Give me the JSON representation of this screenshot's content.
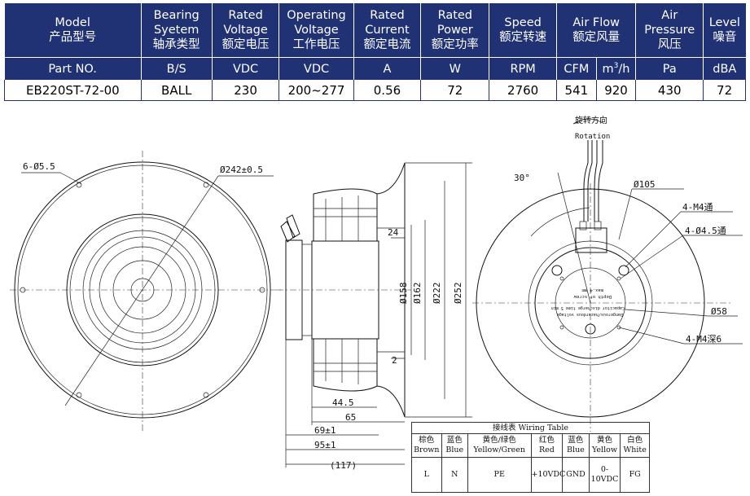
{
  "spec_table": {
    "headers": [
      {
        "en": "Model",
        "cn": "产品型号"
      },
      {
        "en": "Bearing Syetem",
        "cn": "轴承类型"
      },
      {
        "en": "Rated Voltage",
        "cn": "额定电压"
      },
      {
        "en": "Operating Voltage",
        "cn": "工作电压"
      },
      {
        "en": "Rated Current",
        "cn": "额定电流"
      },
      {
        "en": "Rated Power",
        "cn": "额定功率"
      },
      {
        "en": "Speed",
        "cn": "额定转速"
      },
      {
        "en": "Air Flow",
        "cn": "额定风量"
      },
      {
        "en": "Air Pressure",
        "cn": "风压"
      },
      {
        "en": "Level",
        "cn": "噪音"
      }
    ],
    "units": [
      "Part NO.",
      "B/S",
      "VDC",
      "VDC",
      "A",
      "W",
      "RPM",
      "CFM",
      "m",
      "3",
      "/h",
      "Pa",
      "dBA"
    ],
    "values": [
      "EB220ST-72-00",
      "BALL",
      "230",
      "200~277",
      "0.56",
      "72",
      "2760",
      "541",
      "920",
      "430",
      "72"
    ]
  },
  "drawing": {
    "front": {
      "holes": "6-Ø5.5",
      "diameter": "Ø242±0.5"
    },
    "side": {
      "dim_24": "24",
      "dim_2": "2",
      "d158": "Ø158",
      "d162": "Ø162",
      "d222": "Ø222",
      "d252": "Ø252",
      "w44": "44.5",
      "w65": "65",
      "w69": "69±1",
      "w95": "95±1",
      "w117": "(117)"
    },
    "rear": {
      "rotation_cn": "旋转方向",
      "rotation_en": "Rotation",
      "angle": "30°",
      "d105": "Ø105",
      "m4_through": "4-M4通",
      "holes_45": "4-Ø4.5通",
      "d58": "Ø58",
      "m4_deep": "4-M4深6",
      "label_line1": "Depth of screw",
      "label_line2": "max.4 mm",
      "label_line3": "Capacitor discharge time 5 min",
      "label_line4": "Dangerous/hazardous voltage"
    }
  },
  "wiring_table": {
    "title": "接线表 Wiring Table",
    "columns": [
      {
        "cn": "棕色",
        "en": "Brown",
        "value": "L"
      },
      {
        "cn": "蓝色",
        "en": "Blue",
        "value": "N"
      },
      {
        "cn": "黄色/绿色",
        "en": "Yellow/Green",
        "value": "PE"
      },
      {
        "cn": "红色",
        "en": "Red",
        "value": "+10VDC"
      },
      {
        "cn": "蓝色",
        "en": "Blue",
        "value": "GND"
      },
      {
        "cn": "黄色",
        "en": "Yellow",
        "value": "0-10VDC"
      },
      {
        "cn": "白色",
        "en": "White",
        "value": "FG"
      }
    ]
  },
  "colors": {
    "header_bg": "#203174",
    "header_text": "#ffffff"
  }
}
